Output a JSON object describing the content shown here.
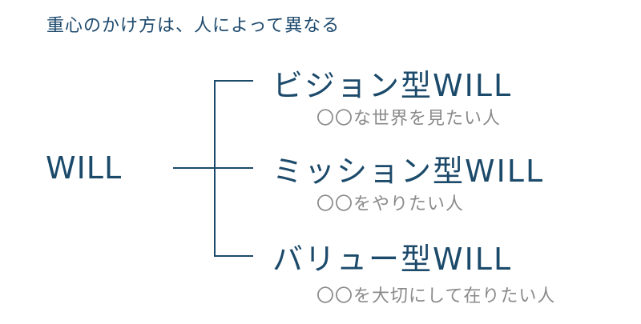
{
  "heading": "重心のかけ方は、人によって異なる",
  "root": {
    "label": "WILL"
  },
  "branches": [
    {
      "title": "ビジョン型WILL",
      "subtitle": "〇〇な世界を見たい人"
    },
    {
      "title": "ミッション型WILL",
      "subtitle": "〇〇をやりたい人"
    },
    {
      "title": "バリュー型WILL",
      "subtitle": "〇〇を大切にして在りたい人"
    }
  ],
  "colors": {
    "primary": "#1c4a6b",
    "subtitle": "#8a8a8a",
    "line": "#1c4a6b"
  }
}
